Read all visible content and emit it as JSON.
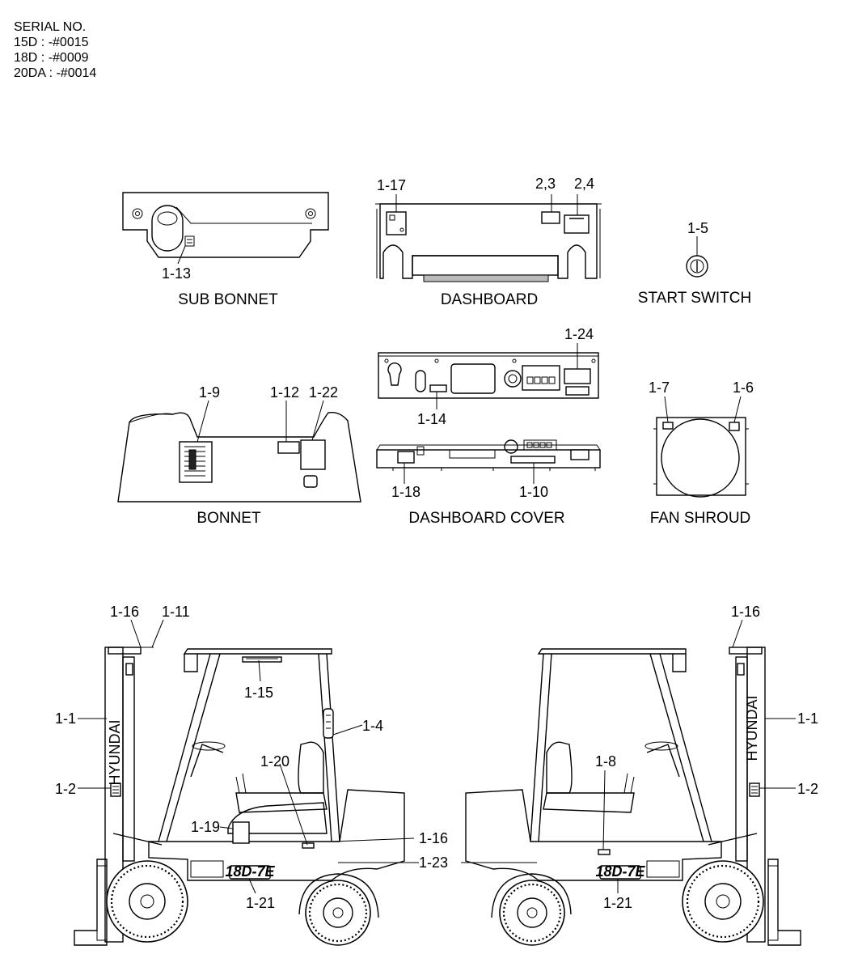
{
  "serial": {
    "title": "SERIAL NO.",
    "lines": [
      "15D : -#0015",
      "18D : -#0009",
      "20DA : -#0014"
    ]
  },
  "components": {
    "sub_bonnet": "SUB BONNET",
    "dashboard": "DASHBOARD",
    "start_switch": "START SWITCH",
    "bonnet": "BONNET",
    "dashboard_cover": "DASHBOARD COVER",
    "fan_shroud": "FAN SHROUD"
  },
  "callouts": {
    "c1_13": "1-13",
    "c1_17": "1-17",
    "c2_3": "2,3",
    "c2_4": "2,4",
    "c1_5": "1-5",
    "c1_24": "1-24",
    "c1_9": "1-9",
    "c1_12": "1-12",
    "c1_22": "1-22",
    "c1_14": "1-14",
    "c1_7": "1-7",
    "c1_6": "1-6",
    "c1_18": "1-18",
    "c1_10": "1-10",
    "left": {
      "c1_16": "1-16",
      "c1_11": "1-11",
      "c1_15": "1-15",
      "c1_1": "1-1",
      "c1_4": "1-4",
      "c1_20": "1-20",
      "c1_2": "1-2",
      "c1_19": "1-19",
      "c1_16b": "1-16",
      "c1_21": "1-21"
    },
    "center_1_23": "1-23",
    "right": {
      "c1_16": "1-16",
      "c1_1": "1-1",
      "c1_8": "1-8",
      "c1_2": "1-2",
      "c1_21": "1-21"
    }
  },
  "decals": {
    "model_badge": "18D-7E",
    "mast_brand": "HYUNDAI"
  }
}
